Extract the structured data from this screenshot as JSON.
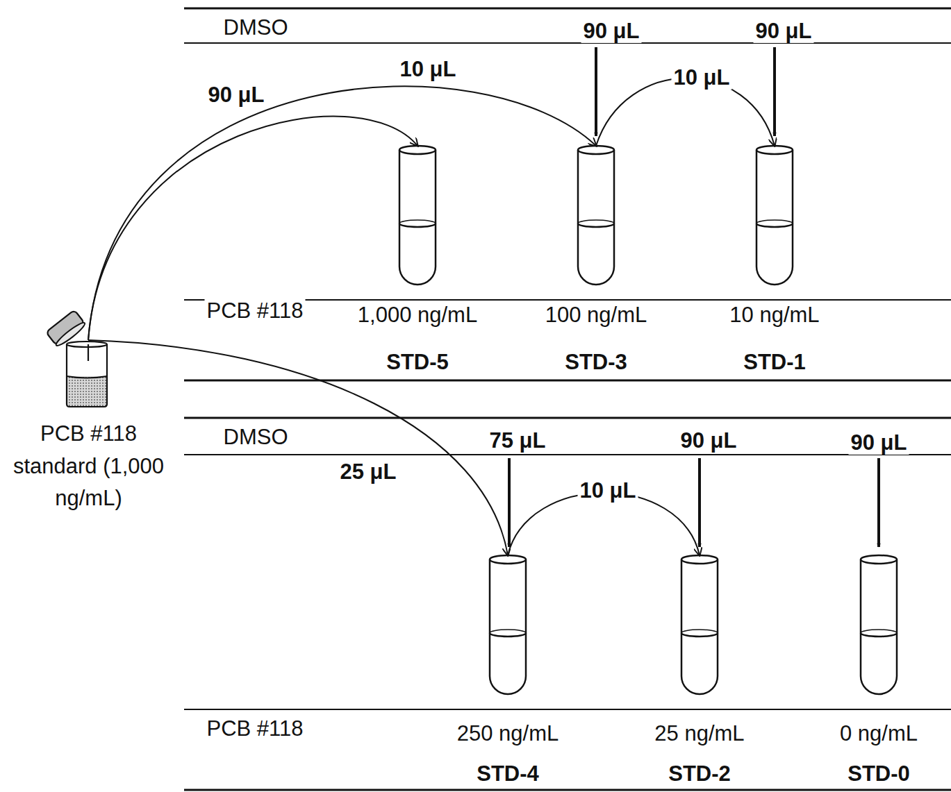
{
  "diagram": {
    "nodes": [
      {
        "text": [
          "PCB #118 standard (1,000 ng/mL)"
        ]
      },
      {
        "text": [
          "1,000 ng/mL",
          "STD-5"
        ]
      },
      {
        "text": [
          "100 ng/mL",
          "STD-3"
        ]
      },
      {
        "text": [
          "10 ng/mL",
          "STD-1"
        ]
      },
      {
        "text": [
          "250 ng/mL",
          "STD-4"
        ]
      },
      {
        "text": [
          "25 ng/mL",
          "STD-2"
        ]
      },
      {
        "text": [
          "0 ng/mL",
          "STD-0"
        ]
      }
    ],
    "edges": [
      {
        "from": 0,
        "to": 1,
        "label": "90 μL",
        "arrow": "to"
      },
      {
        "from": 0,
        "to": 2,
        "label": "10 μL",
        "arrow": "to"
      },
      {
        "from": 2,
        "to": 3,
        "label": "10 μL",
        "arrow": "to"
      },
      {
        "from": 0,
        "to": 4,
        "label": "25 μL",
        "arrow": "to"
      },
      {
        "from": 4,
        "to": 5,
        "label": "10 μL",
        "arrow": "to"
      }
    ],
    "labels": [
      "DMSO",
      "90 μL",
      "90 μL",
      "PCB #118",
      "DMSO",
      "75 μL",
      "90 μL",
      "90 μL",
      "PCB #118"
    ]
  }
}
